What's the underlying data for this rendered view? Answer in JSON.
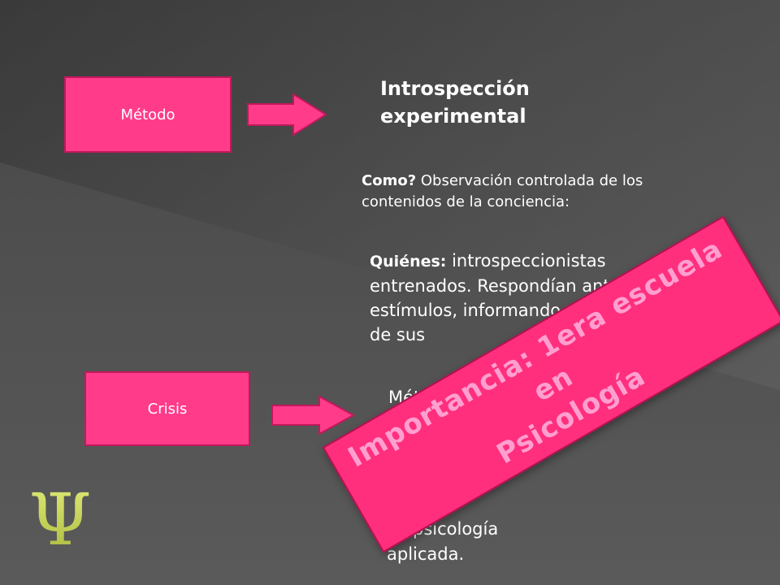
{
  "boxes": {
    "metodo": "Método",
    "crisis": "Crisis"
  },
  "title": {
    "line1": "Introspección",
    "line2": "experimental"
  },
  "como": {
    "label": "Como?",
    "text": " Observación controlada de los contenidos de la conciencia:"
  },
  "quienes": {
    "label": "Quiénes:",
    "text": " introspeccionistas entrenados. Respondían ante estímulos, informando acerca de sus"
  },
  "crisis_text": {
    "line1": "Métodos",
    "line2": "psicología",
    "line3": "aplicada."
  },
  "banner": {
    "line1": "Importancia: 1era escuela en",
    "line2": "Psicología"
  },
  "logo": {
    "glyph": "Ψ",
    "color": "#c8d64a"
  },
  "colors": {
    "accent": "#ff3b8a",
    "banner": "#ff2f7d"
  }
}
